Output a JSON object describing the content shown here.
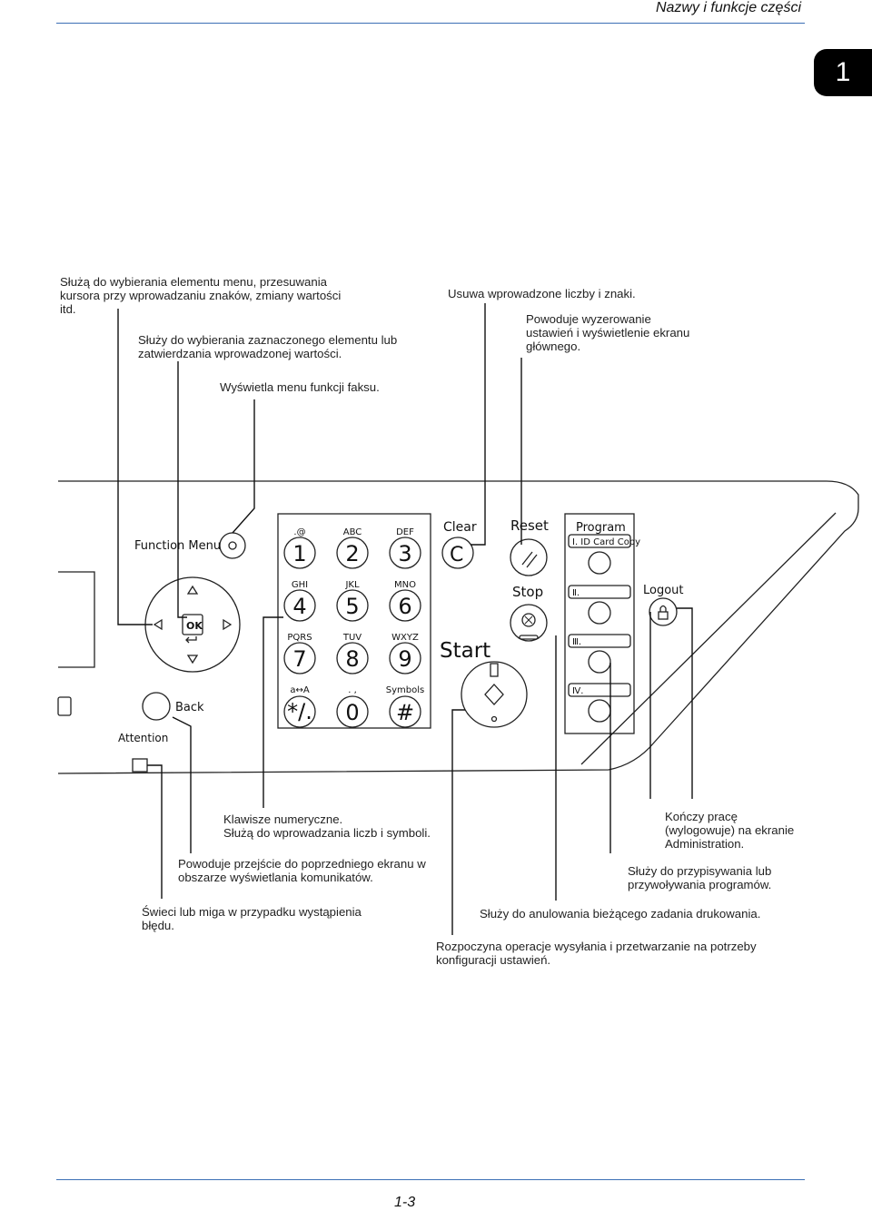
{
  "header": {
    "title": "Nazwy i funkcje części",
    "chapter": "1"
  },
  "footer": {
    "page": "1-3"
  },
  "callouts": {
    "arrows": [
      "Służą do wybierania elementu menu, przesuwania",
      "kursora przy wprowadzaniu znaków, zmiany wartości",
      "itd."
    ],
    "ok": [
      "Służy do wybierania zaznaczonego elementu lub",
      "zatwierdzania wprowadzonej wartości."
    ],
    "function_menu": [
      "Wyświetla menu funkcji faksu."
    ],
    "clear": [
      "Usuwa wprowadzone liczby i znaki."
    ],
    "reset": [
      "Powoduje wyzerowanie",
      "ustawień i wyświetlenie ekranu",
      "głównego."
    ],
    "numeric": [
      "Klawisze numeryczne.",
      "Służą do wprowadzania liczb i symboli."
    ],
    "back": [
      "Powoduje przejście do poprzedniego ekranu w",
      "obszarze wyświetlania komunikatów."
    ],
    "attention": [
      "Świeci lub miga w przypadku wystąpienia",
      "błędu."
    ],
    "start": [
      "Rozpoczyna operacje wysyłania i przetwarzanie na potrzeby",
      "konfiguracji ustawień."
    ],
    "stop": [
      "Służy do anulowania bieżącego zadania drukowania."
    ],
    "program": [
      "Służy do przypisywania lub",
      "przywoływania programów."
    ],
    "logout": [
      "Kończy pracę",
      "(wylogowuje) na ekranie",
      "Administration."
    ]
  },
  "panel": {
    "function_menu": "Function Menu",
    "ok": "OK",
    "back": "Back",
    "attention": "Attention",
    "clear": "Clear",
    "clear_symbol": "C",
    "reset": "Reset",
    "stop": "Stop",
    "start": "Start",
    "program": "Program",
    "program_slots": [
      "Ⅰ. ID Card Copy",
      "Ⅱ.",
      "Ⅲ.",
      "Ⅳ."
    ],
    "logout": "Logout",
    "keys": [
      {
        "label": ".@",
        "digit": "1"
      },
      {
        "label": "ABC",
        "digit": "2"
      },
      {
        "label": "DEF",
        "digit": "3"
      },
      {
        "label": "GHI",
        "digit": "4"
      },
      {
        "label": "JKL",
        "digit": "5"
      },
      {
        "label": "MNO",
        "digit": "6"
      },
      {
        "label": "PQRS",
        "digit": "7"
      },
      {
        "label": "TUV",
        "digit": "8"
      },
      {
        "label": "WXYZ",
        "digit": "9"
      },
      {
        "label": "a↔A",
        "digit": "*/."
      },
      {
        "label": ". ,",
        "digit": "0"
      },
      {
        "label": "Symbols",
        "digit": "#"
      }
    ]
  }
}
